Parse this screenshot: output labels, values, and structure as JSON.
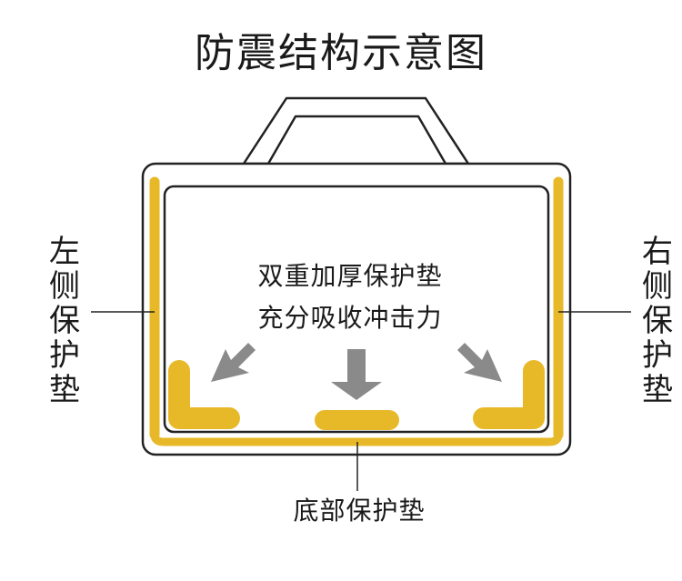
{
  "title": "防震结构示意图",
  "center_lines": [
    "双重加厚保护垫",
    "充分吸收冲击力"
  ],
  "left_label": "左侧保护垫",
  "right_label": "右侧保护垫",
  "bottom_label": "底部保护垫",
  "colors": {
    "pad": "#e7b929",
    "outline": "#222222",
    "arrow": "#8a8a8a"
  }
}
